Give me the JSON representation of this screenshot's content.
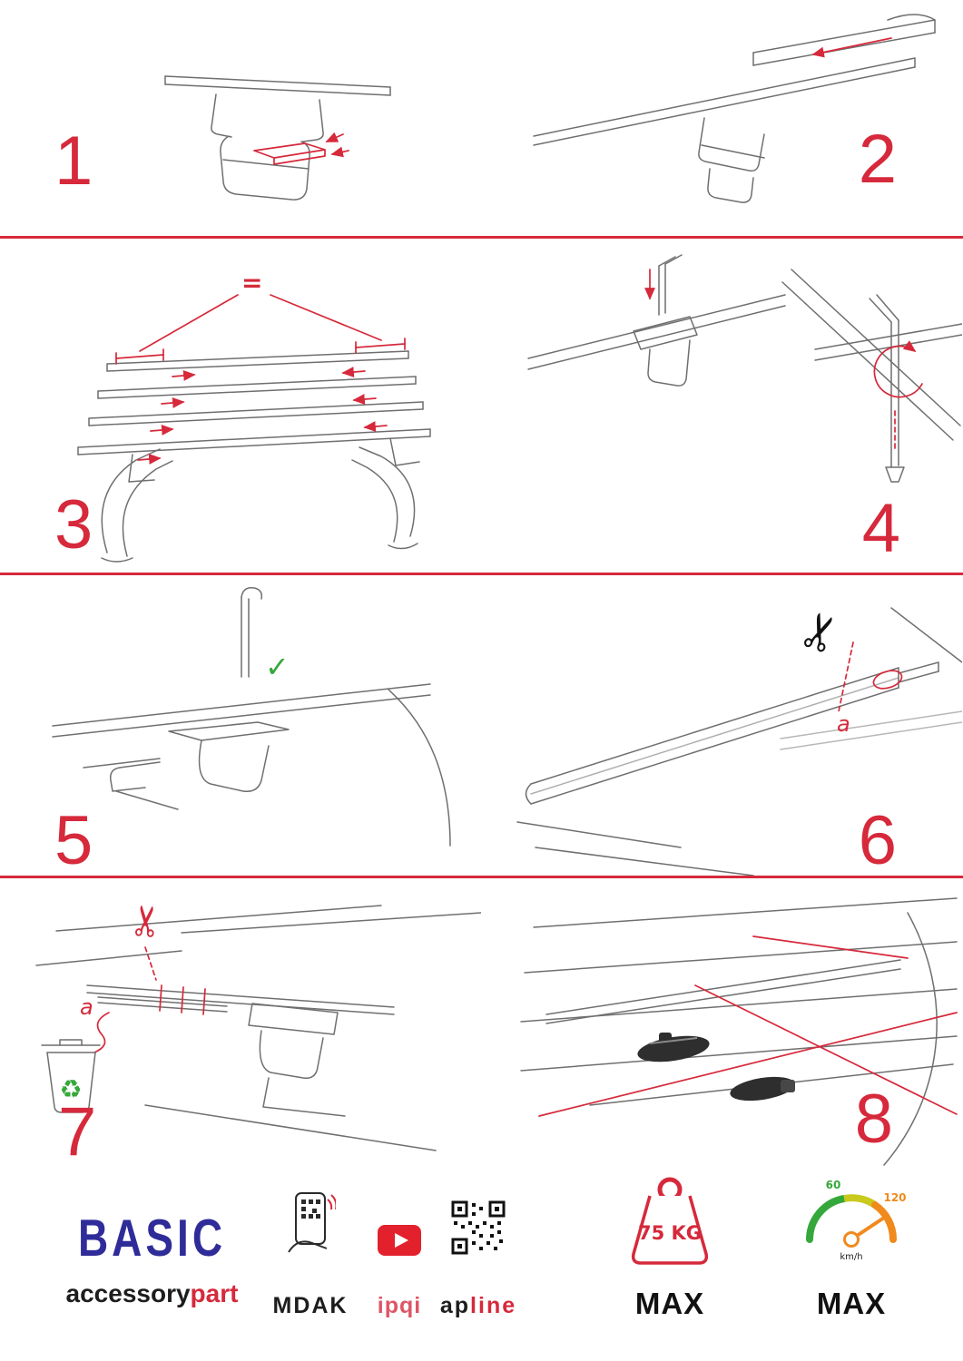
{
  "colors": {
    "accent_red": "#d6293b",
    "green_check": "#35a83b",
    "brand_blue": "#2f2c9a",
    "youtube_red": "#e3212c",
    "speed_orange": "#f08a1d"
  },
  "steps": [
    {
      "number": "1"
    },
    {
      "number": "2"
    },
    {
      "number": "3"
    },
    {
      "number": "4"
    },
    {
      "number": "5"
    },
    {
      "number": "6"
    },
    {
      "number": "7"
    },
    {
      "number": "8"
    }
  ],
  "annotations": {
    "equal_spacing": "=",
    "check": "✓",
    "scissors": "✂",
    "recycle": "♻",
    "cut_label_a_step6": "a",
    "cut_label_a_step7": "a"
  },
  "footer": {
    "brand": {
      "title": "BASIC",
      "name_black": "accessory",
      "name_red": "part"
    },
    "logos": {
      "mdak": "MDAK",
      "ipqi": "ipqi",
      "apline_black": "ap",
      "apline_red": "line"
    },
    "weight": {
      "value": "75 KG",
      "max": "MAX"
    },
    "speed": {
      "tick_low": "60",
      "tick_high": "120",
      "unit": "km/h",
      "max": "MAX"
    }
  }
}
